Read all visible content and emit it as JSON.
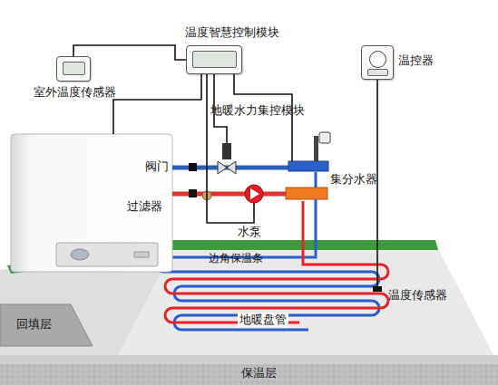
{
  "diagram": {
    "nodes": [
      {
        "text": [
          "室外温度传感器"
        ]
      },
      {
        "text": [
          "温度智慧控制模块"
        ]
      },
      {
        "text": [
          "温控器"
        ]
      }
    ],
    "edges": [
      {
        "from": 0,
        "to": 1,
        "arrow": "none"
      }
    ],
    "labels": [
      "地暖水力集控模块",
      "阀门",
      "过滤器",
      "水泵",
      "集分水器",
      "边角保温条",
      "温度传感器",
      "地暖盘管",
      "回填层",
      "保温层"
    ]
  }
}
